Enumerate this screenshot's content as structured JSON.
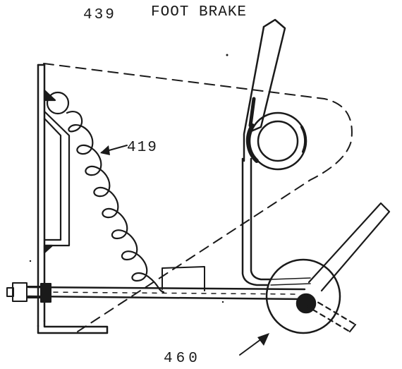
{
  "figure": {
    "number": "439",
    "title": "FOOT BRAKE"
  },
  "callouts": {
    "spring": "419",
    "drum": "460"
  },
  "colors": {
    "ink": "#1a1a1a",
    "paper": "#ffffff"
  }
}
